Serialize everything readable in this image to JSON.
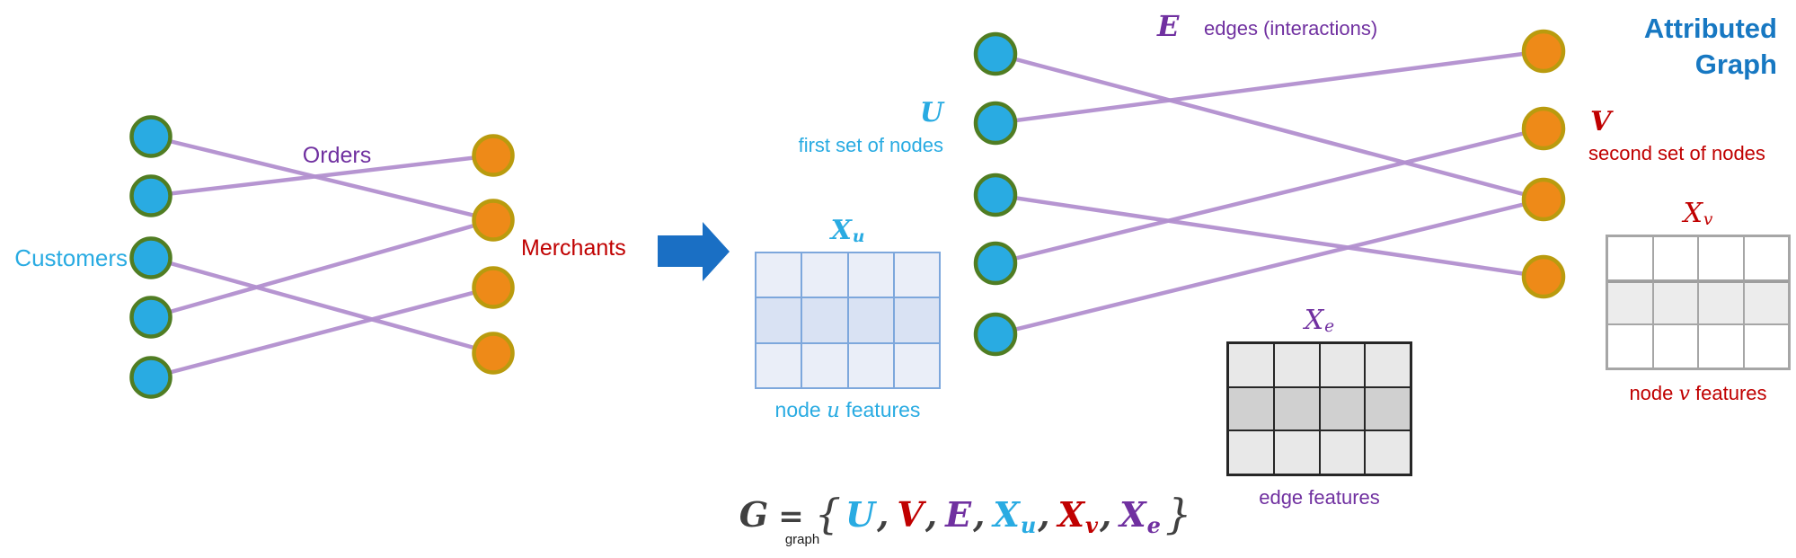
{
  "colors": {
    "cyan": "#29abe2",
    "red": "#c00000",
    "purple": "#7030a0",
    "title_blue": "#1778c2",
    "dark": "#404040",
    "node_u_fill": "#29abe2",
    "node_u_border": "#507d23",
    "node_v_fill": "#ee8a18",
    "node_v_border": "#b99b0e",
    "edge": "#b28fcf",
    "arrow_blue": "#1a6fc4",
    "xu_border": "#7da7dc",
    "xu_fill": "#eaeef8",
    "xu_mid": "#d9e2f3",
    "xe_border": "#262626",
    "xe_fill": "#e8e8e8",
    "xe_mid": "#d0d0d0",
    "xv_border": "#a6a6a6",
    "xv_fill": "#ffffff",
    "xv_mid": "#ececec"
  },
  "left_graph": {
    "left_label": "Customers",
    "edge_label": "Orders",
    "right_label": "Merchants",
    "u_count": 5,
    "v_count": 4,
    "edges": [
      [
        0,
        1
      ],
      [
        1,
        0
      ],
      [
        2,
        3
      ],
      [
        3,
        1
      ],
      [
        4,
        2
      ]
    ]
  },
  "right_graph": {
    "title_line1": "Attributed",
    "title_line2": "Graph",
    "u_label": "U",
    "u_caption": "first set of nodes",
    "e_label": "E",
    "e_caption": "edges (interactions)",
    "v_label": "V",
    "v_caption": "second set of nodes",
    "u_count": 5,
    "v_count": 4,
    "edges": [
      [
        0,
        2
      ],
      [
        1,
        0
      ],
      [
        2,
        3
      ],
      [
        3,
        1
      ],
      [
        4,
        2
      ]
    ]
  },
  "matrices": {
    "xu": {
      "symbol": "X",
      "subscript": "u",
      "rows": 3,
      "cols": 4,
      "caption_pre": "node ",
      "caption_var": "u",
      "caption_post": " features"
    },
    "xe": {
      "symbol": "X",
      "subscript": "e",
      "rows": 3,
      "cols": 4,
      "caption_pre": "edge features",
      "caption_var": "",
      "caption_post": ""
    },
    "xv": {
      "symbol": "X",
      "subscript": "v",
      "rows": 3,
      "cols": 4,
      "caption_pre": "node ",
      "caption_var": "v",
      "caption_post": " features"
    }
  },
  "formula": {
    "under_label": "graph",
    "terms": [
      {
        "text": "G",
        "color": "dark"
      },
      {
        "text": "=",
        "color": "dark",
        "op": true
      },
      {
        "text": "{",
        "color": "dark",
        "brace": true
      },
      {
        "text": "U",
        "color": "cyan"
      },
      {
        "text": ",",
        "color": "dark"
      },
      {
        "text": "V",
        "color": "red"
      },
      {
        "text": ",",
        "color": "dark"
      },
      {
        "text": "E",
        "color": "purple"
      },
      {
        "text": ",",
        "color": "dark"
      },
      {
        "text": "X",
        "sub": "u",
        "color": "cyan"
      },
      {
        "text": ",",
        "color": "dark"
      },
      {
        "text": "X",
        "sub": "v",
        "color": "red"
      },
      {
        "text": ",",
        "color": "dark"
      },
      {
        "text": "X",
        "sub": "e",
        "color": "purple"
      },
      {
        "text": "}",
        "color": "dark",
        "brace": true
      }
    ]
  }
}
